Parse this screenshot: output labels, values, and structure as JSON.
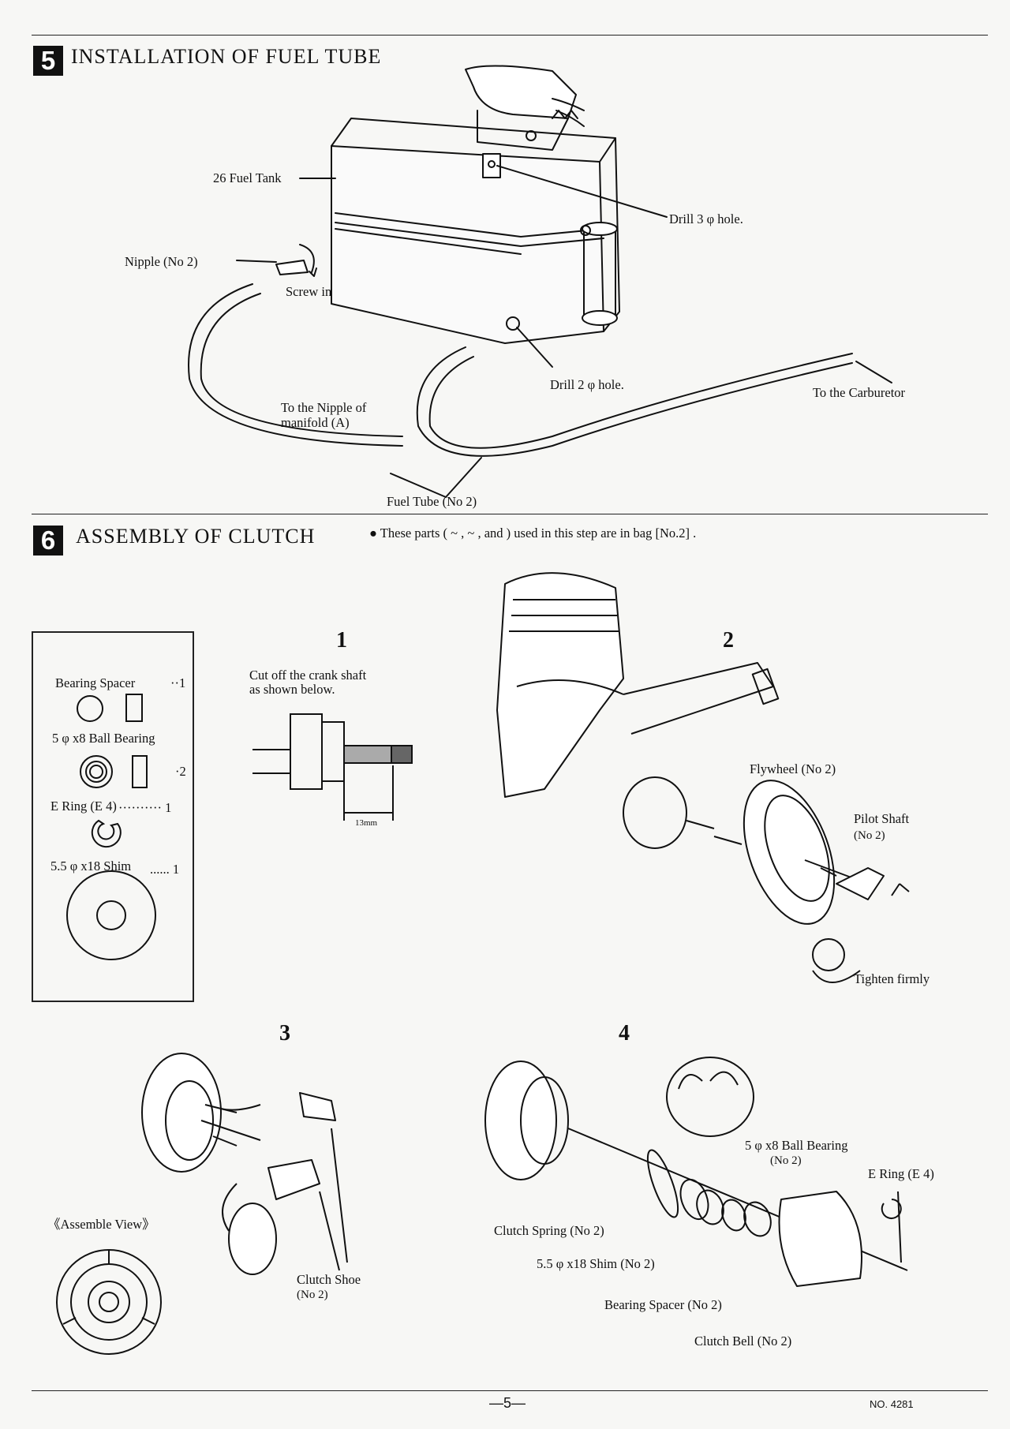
{
  "section5": {
    "number": "5",
    "title": "INSTALLATION OF FUEL TUBE",
    "labels": {
      "fuel_tank": "26 Fuel Tank",
      "drill_3": "Drill 3 φ  hole.",
      "nipple": "Nipple (No 2)",
      "screw_in": "Screw in",
      "drill_2": "Drill 2 φ  hole.",
      "to_carburetor": "To the Carburetor",
      "to_nipple_1": "To the Nipple of",
      "to_nipple_2": "manifold (A)",
      "fuel_tube": "Fuel Tube (No 2)"
    }
  },
  "section6": {
    "number": "6",
    "title": "ASSEMBLY OF CLUTCH",
    "note": "● These parts (  ~  ,   ~  , and   )  used in this step are in bag  [No.2] .",
    "parts": {
      "bearing_spacer": "Bearing Spacer",
      "bearing_spacer_qty": "··1",
      "ball_bearing": "5 φ x8 Ball Bearing",
      "ball_bearing_qty": "·2",
      "e_ring": "E Ring  (E 4)",
      "e_ring_qty": "·········· 1",
      "shim": "5.5 φ x18 Shim",
      "shim_qty": "...... 1"
    },
    "step1": {
      "num": "1",
      "text1": "Cut off the crank shaft",
      "text2": "as shown below.",
      "dim": "13mm"
    },
    "step2": {
      "num": "2",
      "flywheel": "Flywheel (No 2)",
      "pilot_shaft": "Pilot Shaft",
      "pilot_shaft_bag": "(No 2)",
      "tighten": "Tighten firmly"
    },
    "step3": {
      "num": "3",
      "assemble_view": "《Assemble View》",
      "clutch_shoe": "Clutch Shoe",
      "clutch_shoe_bag": "(No 2)"
    },
    "step4": {
      "num": "4",
      "ball_bearing": "5 φ x8 Ball Bearing",
      "ball_bearing_bag": "(No 2)",
      "e_ring": "E Ring  (E 4)",
      "clutch_spring": "Clutch Spring  (No 2)",
      "shim": "5.5 φ x18 Shim  (No 2)",
      "bearing_spacer": "Bearing Spacer  (No 2)",
      "clutch_bell": "Clutch Bell (No 2)"
    }
  },
  "footer": {
    "page": "—5—",
    "doc_no": "NO. 4281"
  }
}
